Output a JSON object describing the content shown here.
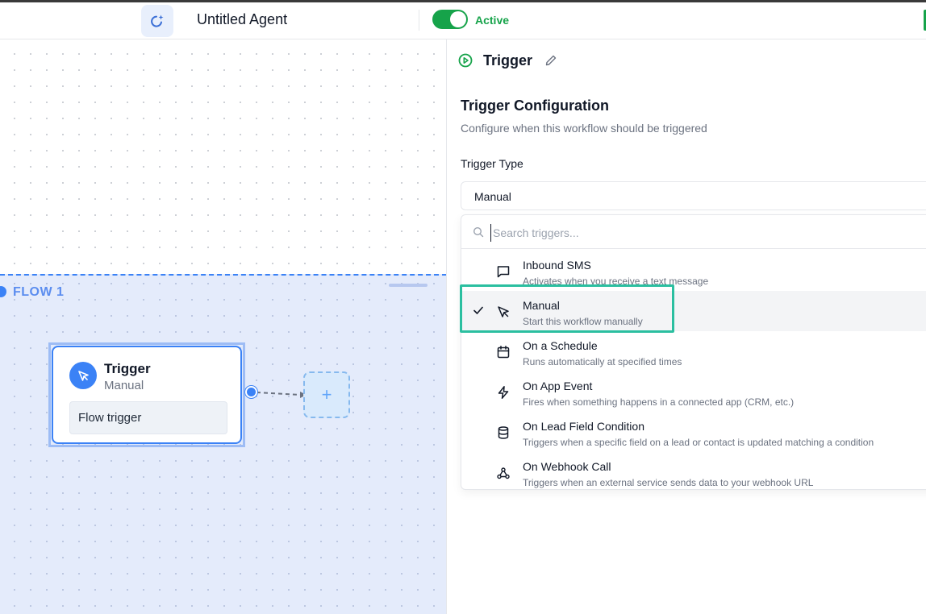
{
  "header": {
    "agent_title": "Untitled Agent",
    "status_label": "Active",
    "status_on": true,
    "accent_color": "#16a34a"
  },
  "canvas": {
    "flow_label": "FLOW 1",
    "node": {
      "title": "Trigger",
      "subtitle": "Manual",
      "chip": "Flow trigger",
      "icon": "cursor-click-icon"
    },
    "add_symbol": "+"
  },
  "panel": {
    "title": "Trigger",
    "config_title": "Trigger Configuration",
    "config_subtitle": "Configure when this workflow should be triggered",
    "type_label": "Trigger Type",
    "selected_type": "Manual",
    "search_placeholder": "Search triggers...",
    "options": [
      {
        "label": "Inbound SMS",
        "desc": "Activates when you receive a text message",
        "icon": "chat-bubble-icon",
        "selected": false
      },
      {
        "label": "Manual",
        "desc": "Start this workflow manually",
        "icon": "cursor-click-icon",
        "selected": true
      },
      {
        "label": "On a Schedule",
        "desc": "Runs automatically at specified times",
        "icon": "calendar-icon",
        "selected": false
      },
      {
        "label": "On App Event",
        "desc": "Fires when something happens in a connected app (CRM, etc.)",
        "icon": "lightning-icon",
        "selected": false
      },
      {
        "label": "On Lead Field Condition",
        "desc": "Triggers when a specific field on a lead or contact is updated matching a condition",
        "icon": "database-icon",
        "selected": false
      },
      {
        "label": "On Webhook Call",
        "desc": "Triggers when an external service sends data to your webhook URL",
        "icon": "webhook-icon",
        "selected": false
      }
    ]
  }
}
